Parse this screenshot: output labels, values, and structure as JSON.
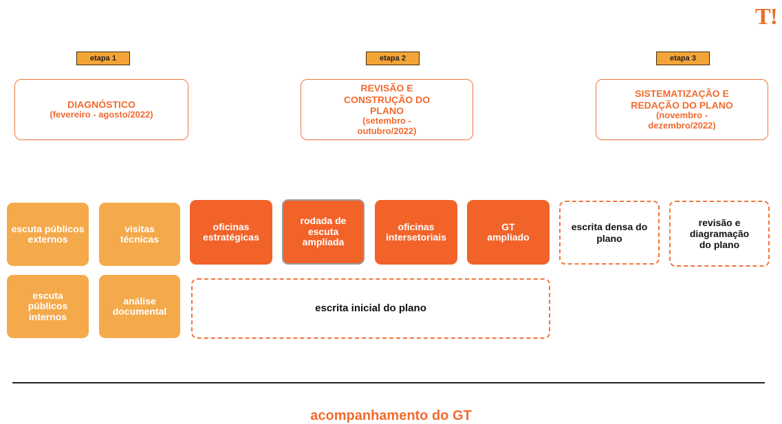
{
  "logo": "T!",
  "stages": [
    {
      "tag": "etapa 1",
      "title": "DIAGNÓSTICO",
      "date": "(fevereiro - agosto/2022)"
    },
    {
      "tag": "etapa 2",
      "title": "REVISÃO E CONSTRUÇÃO DO PLANO",
      "date": "(setembro - outubro/2022)"
    },
    {
      "tag": "etapa 3",
      "title": "SISTEMATIZAÇÃO E REDAÇÃO DO PLANO",
      "date": "(novembro - dezembro/2022)"
    }
  ],
  "activities": {
    "escuta_externos": "escuta públicos externos",
    "visitas": "visitas técnicas",
    "escuta_internos": "escuta públicos internos",
    "analise": "análise documental",
    "oficinas_estrategicas": "oficinas estratégicas",
    "rodada": "rodada de escuta ampliada",
    "oficinas_intersetoriais": "oficinas intersetoriais",
    "gt_ampliado": "GT ampliado",
    "escrita_inicial": "escrita inicial do plano",
    "escrita_densa": "escrita densa do plano",
    "revisao": "revisão e diagramação do plano"
  },
  "footer": "acompanhamento do GT",
  "colors": {
    "accent": "#f26a2e",
    "light_orange": "#f4a94a",
    "dark_orange": "#f2632a",
    "tag": "#f4a436"
  }
}
